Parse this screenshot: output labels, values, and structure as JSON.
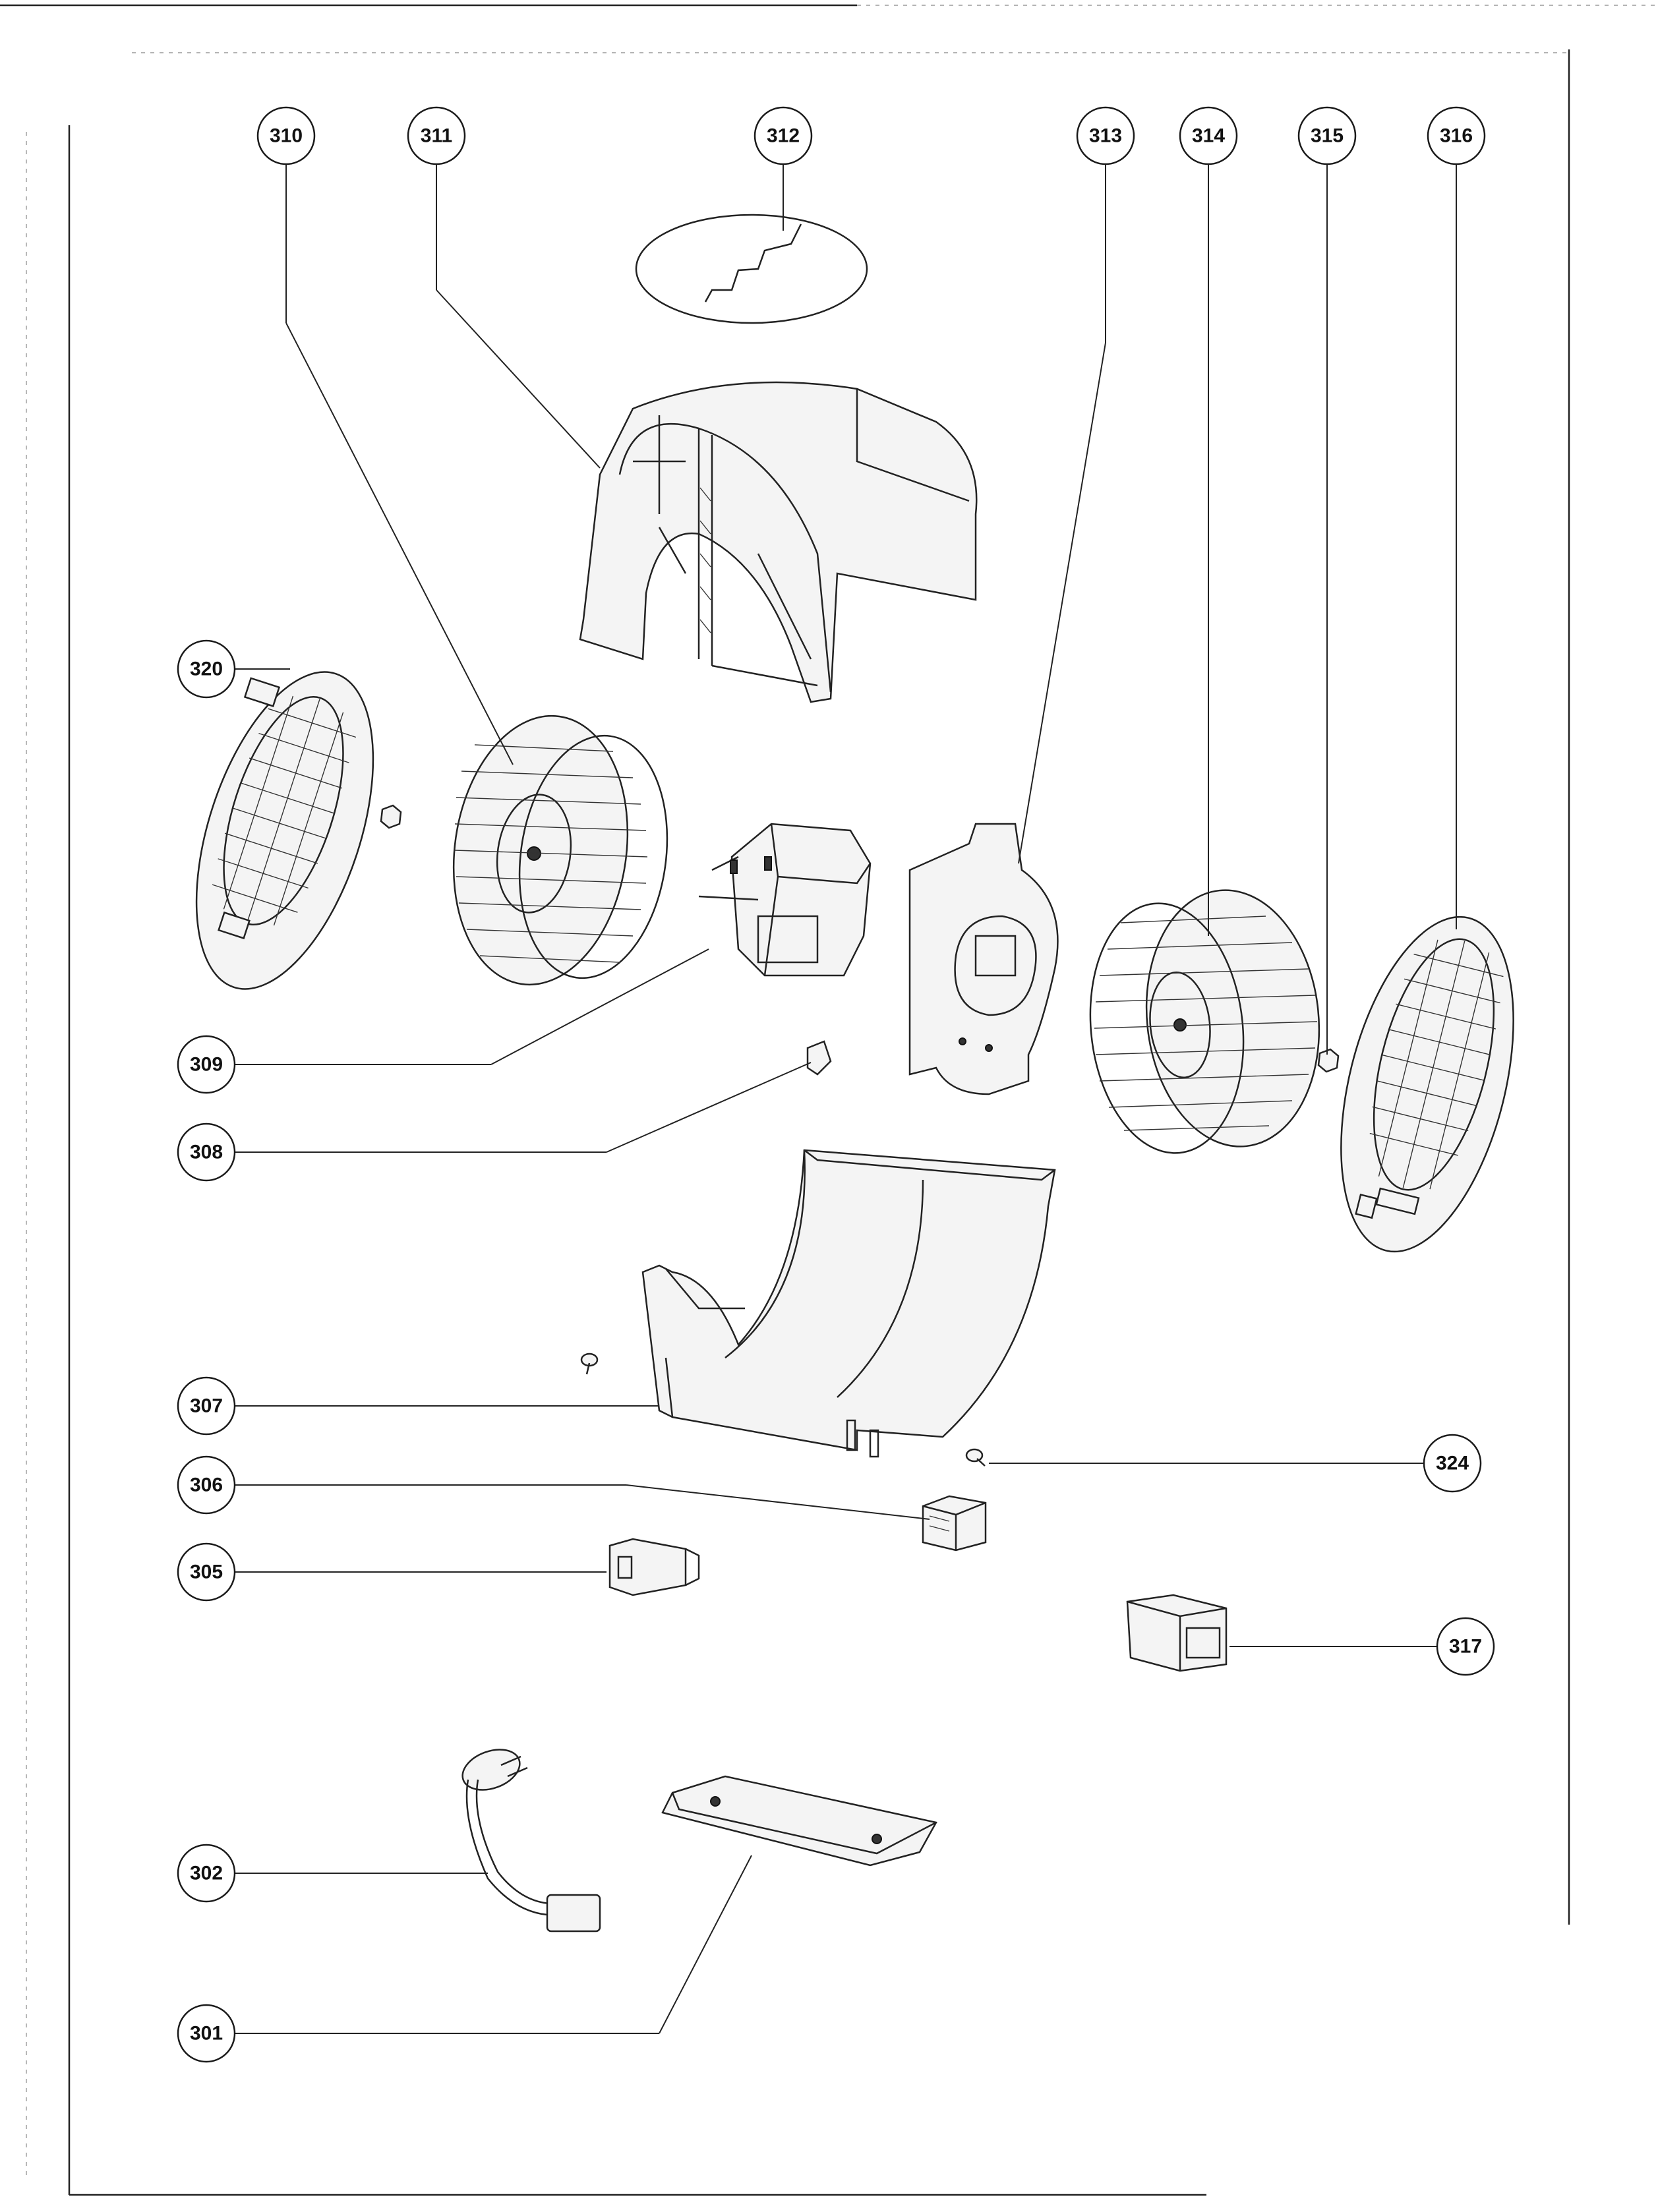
{
  "callouts": [
    {
      "id": "310",
      "label": "310"
    },
    {
      "id": "311",
      "label": "311"
    },
    {
      "id": "312",
      "label": "312"
    },
    {
      "id": "313",
      "label": "313"
    },
    {
      "id": "314",
      "label": "314"
    },
    {
      "id": "315",
      "label": "315"
    },
    {
      "id": "316",
      "label": "316"
    },
    {
      "id": "320",
      "label": "320"
    },
    {
      "id": "309",
      "label": "309"
    },
    {
      "id": "308",
      "label": "308"
    },
    {
      "id": "307",
      "label": "307"
    },
    {
      "id": "324",
      "label": "324"
    },
    {
      "id": "306",
      "label": "306"
    },
    {
      "id": "305",
      "label": "305"
    },
    {
      "id": "317",
      "label": "317"
    },
    {
      "id": "302",
      "label": "302"
    },
    {
      "id": "301",
      "label": "301"
    }
  ],
  "parts": [
    "capacitor-disc",
    "upper-blower-housing",
    "fan-wheel-left",
    "inlet-grille-left",
    "nut-left",
    "motor",
    "clip",
    "motor-mounting-plate",
    "fan-wheel-right",
    "nut-right",
    "inlet-grille-right",
    "lower-blower-housing",
    "screw-left",
    "screw-right",
    "connector-block",
    "terminal-socket",
    "switch-block",
    "power-cord",
    "cover-plate"
  ]
}
